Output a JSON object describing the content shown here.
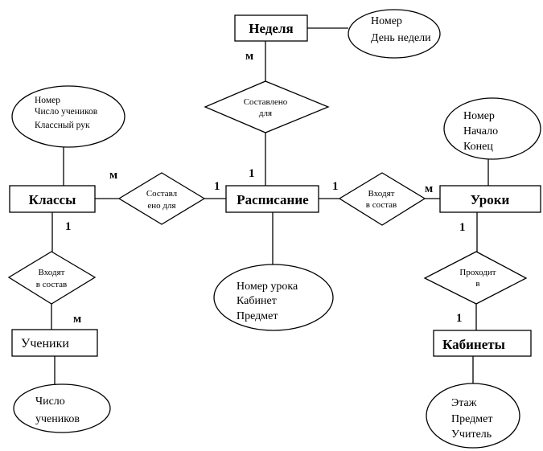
{
  "entities": {
    "week": "Неделя",
    "schedule": "Расписание",
    "classes": "Классы",
    "lessons": "Уроки",
    "students": "Ученики",
    "rooms": "Кабинеты"
  },
  "attributes": {
    "week": [
      "Номер",
      "День недели"
    ],
    "classes": [
      "Номер",
      "Число учеников",
      "Классный рук"
    ],
    "lessons": [
      "Номер",
      "Начало",
      "Конец"
    ],
    "schedule": [
      "Номер урока",
      "Кабинет",
      "Предмет"
    ],
    "students": [
      "Число",
      "учеников"
    ],
    "rooms": [
      "Этаж",
      "Предмет",
      "Учитель"
    ]
  },
  "relationships": {
    "week_schedule": [
      "Составлено",
      "для"
    ],
    "classes_schedule": [
      "Составл",
      "ено для"
    ],
    "schedule_lessons": [
      "Входят",
      "в состав"
    ],
    "classes_students": [
      "Входят",
      "в состав"
    ],
    "lessons_rooms": [
      "Проходит",
      "в"
    ]
  },
  "cardinalities": {
    "week_side": "м",
    "schedule_top": "1",
    "classes_right": "м",
    "schedule_left": "1",
    "schedule_right": "1",
    "lessons_left": "м",
    "classes_bottom": "1",
    "students_top": "м",
    "lessons_bottom": "1",
    "rooms_top": "1"
  }
}
